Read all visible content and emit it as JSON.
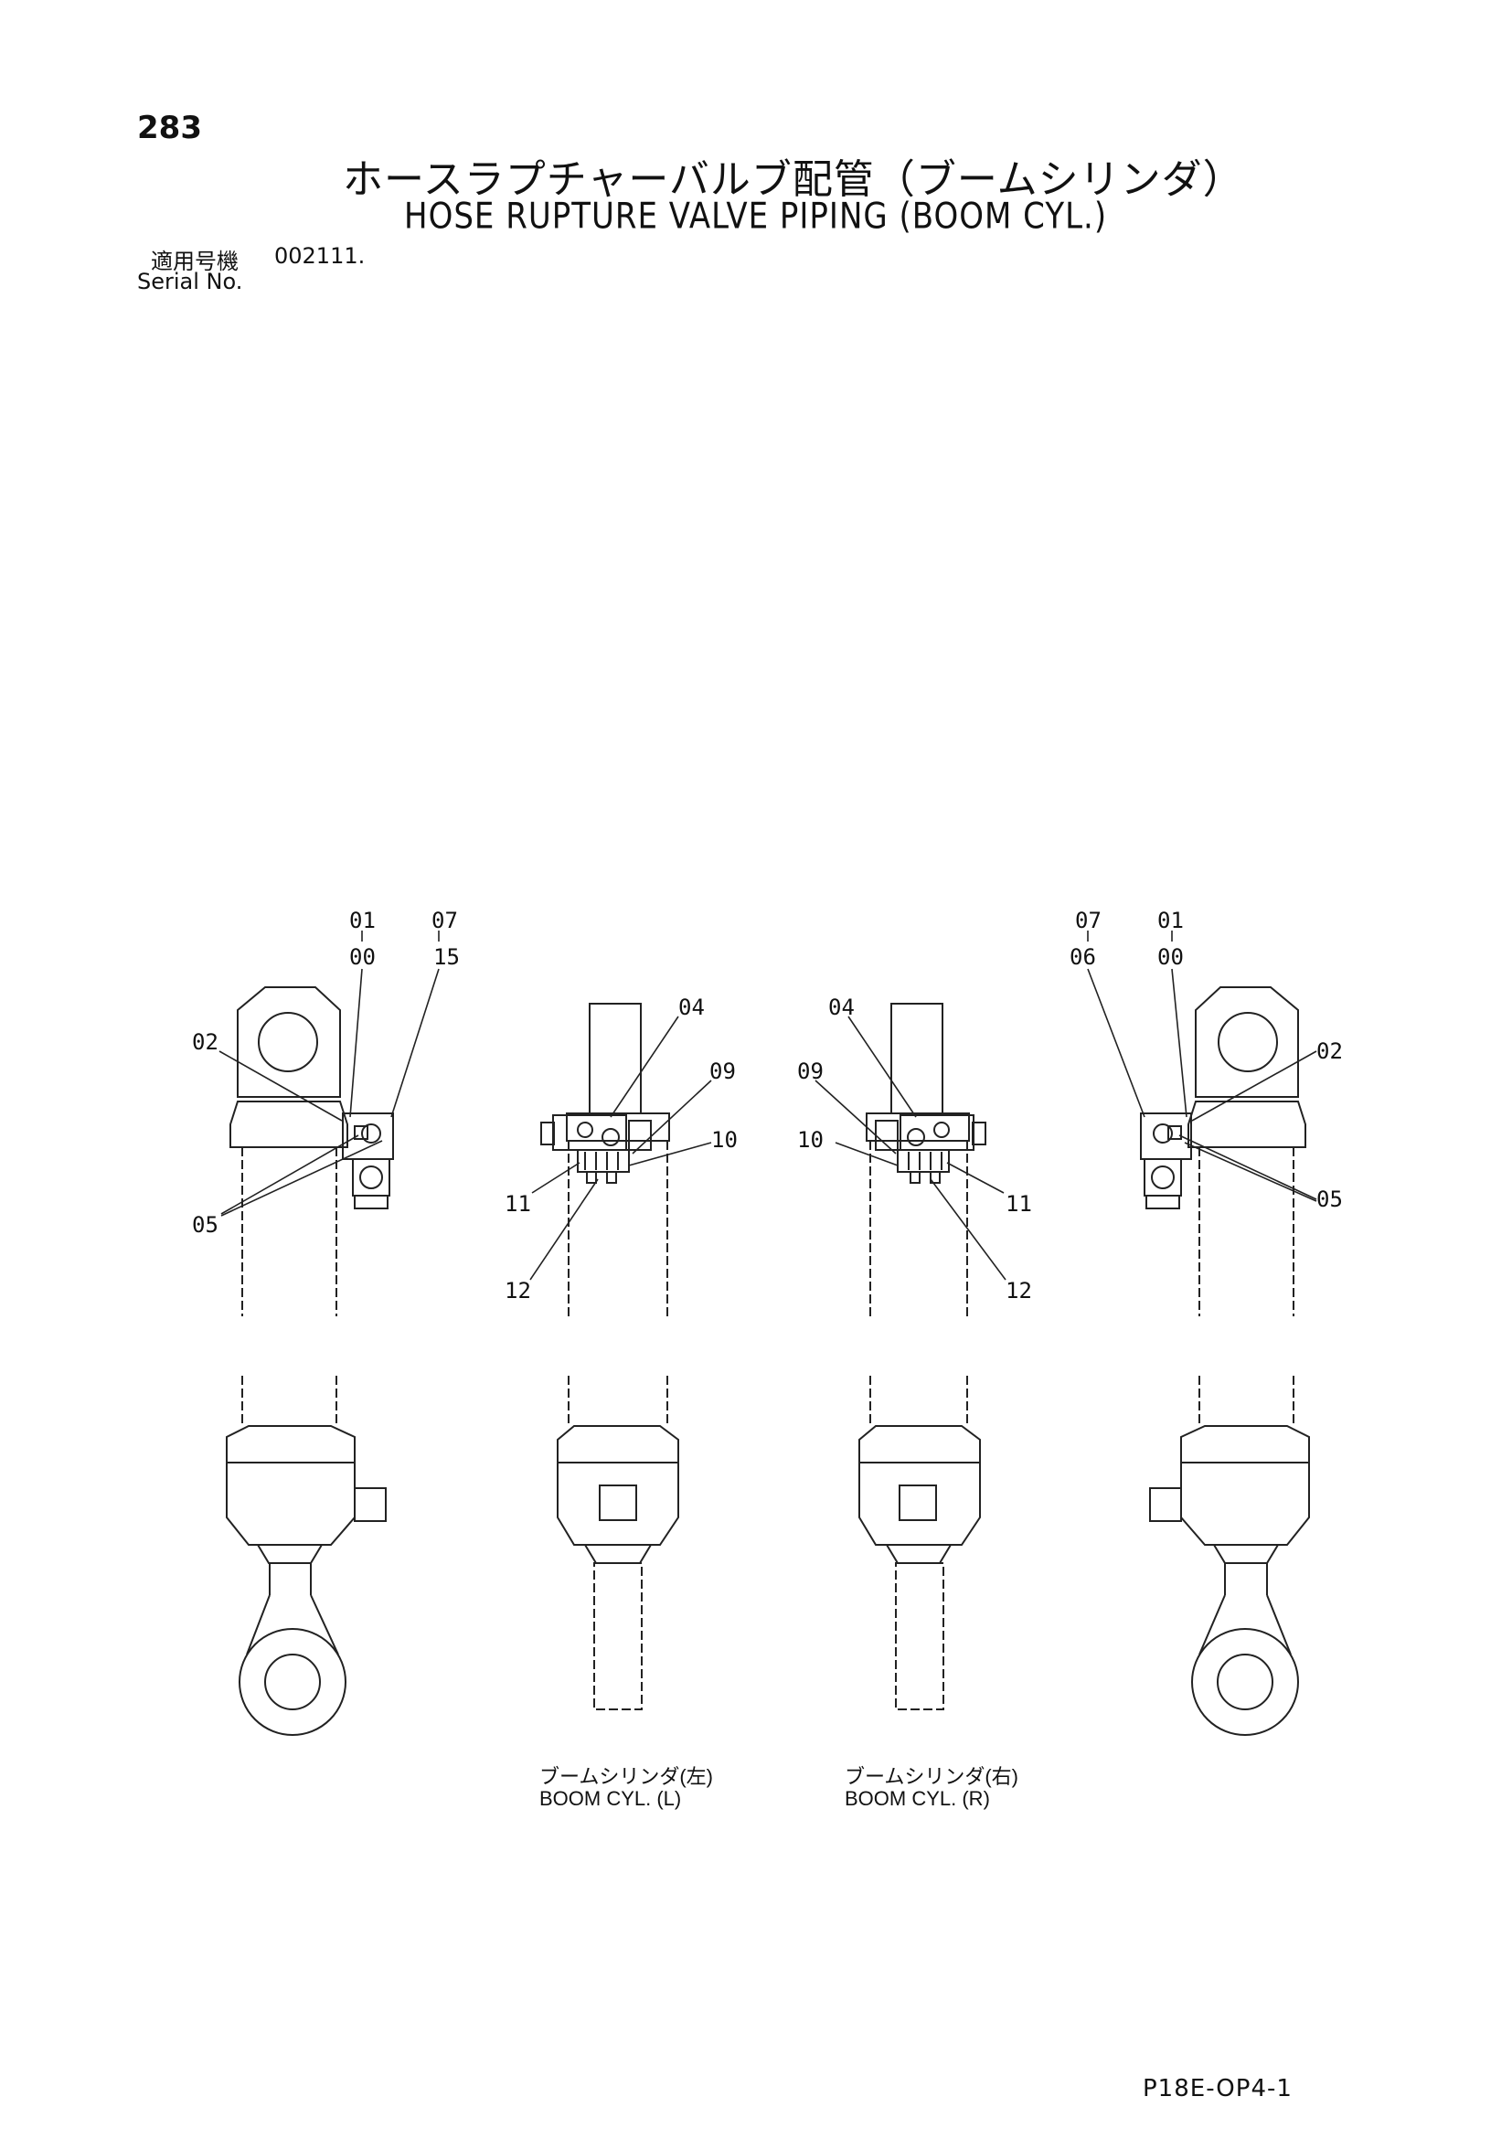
{
  "header": {
    "page_number": "283",
    "title_jp": "ホースラプチャーバルブ配管（ブームシリンダ）",
    "title_en": "HOSE RUPTURE VALVE PIPING (BOOM CYL.)",
    "serial_label_jp": "適用号機",
    "serial_value": "002111.",
    "serial_label_en": "Serial No."
  },
  "callouts": {
    "v1": {
      "a": "01",
      "b": "00",
      "c": "07",
      "d": "15",
      "e": "02",
      "f": "05"
    },
    "v2": {
      "a": "04",
      "b": "09",
      "c": "10",
      "d": "11",
      "e": "12"
    },
    "v3": {
      "a": "04",
      "b": "09",
      "c": "10",
      "d": "11",
      "e": "12"
    },
    "v4": {
      "a": "07",
      "b": "06",
      "c": "01",
      "d": "00",
      "e": "02",
      "f": "05"
    }
  },
  "captions": {
    "left_jp": "ブームシリンダ(左)",
    "left_en": "BOOM CYL. (L)",
    "right_jp": "ブームシリンダ(右)",
    "right_en": "BOOM CYL. (R)"
  },
  "footer": {
    "doc_code": "P18E-OP4-1"
  }
}
